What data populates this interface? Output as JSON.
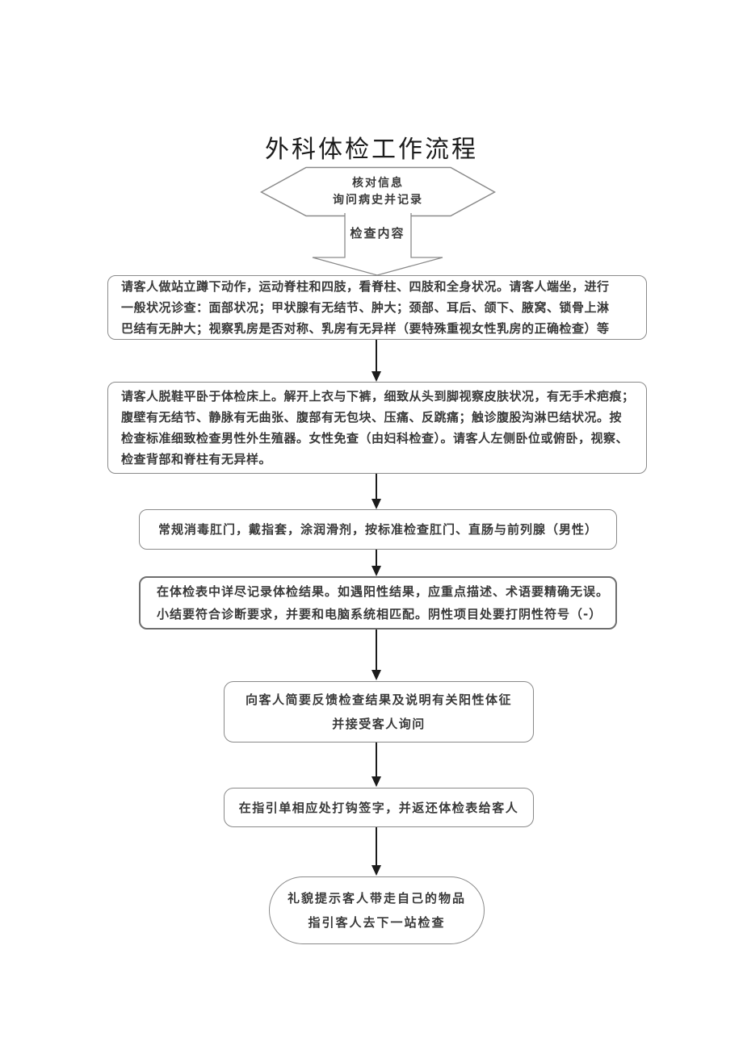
{
  "title": "外科体检工作流程",
  "colors": {
    "background": "#ffffff",
    "shape_border": "#8a8a8a",
    "emphasis_border": "#6e6e6e",
    "text": "#3a3a3a",
    "connector": "#1c1c1c"
  },
  "hexagon": {
    "line1": "核对信息",
    "line2": "询问病史并记录"
  },
  "content_arrow": {
    "label": "检查内容"
  },
  "steps": {
    "step1": {
      "line1": "请客人做站立蹲下动作，运动脊柱和四肢，看脊柱、四肢和全身状况。请客人端坐，进行",
      "line2": "一般状况诊查：面部状况；甲状腺有无结节、肿大；颈部、耳后、颌下、腋窝、锁骨上淋",
      "line3": "巴结有无肿大；视察乳房是否对称、乳房有无异样（要特殊重视女性乳房的正确检查）等"
    },
    "step2": {
      "line1": "请客人脱鞋平卧于体检床上。解开上衣与下裤，细致从头到脚视察皮肤状况，有无手术疤痕；",
      "line2": "腹壁有无结节、静脉有无曲张、腹部有无包块、压痛、反跳痛；触诊腹股沟淋巴结状况。按",
      "line3": "检查标准细致检查男性外生殖器。女性免查（由妇科检查）。请客人左侧卧位或俯卧，视察、",
      "line4": "检查背部和脊柱有无异样。"
    },
    "step3": {
      "line1": "常规消毒肛门，戴指套，涂润滑剂，按标准检查肛门、直肠与前列腺（男性）"
    },
    "step4": {
      "line1": "在体检表中详尽记录体检结果。如遇阳性结果，应重点描述、术语要精确无误。",
      "line2": "小结要符合诊断要求，并要和电脑系统相匹配。阴性项目处要打阴性符号（-）"
    },
    "step5": {
      "line1": "向客人简要反馈检查结果及说明有关阳性体征",
      "line2": "并接受客人询问"
    },
    "step6": {
      "line1": "在指引单相应处打钩签字，并返还体检表给客人"
    }
  },
  "terminator": {
    "line1": "礼貌提示客人带走自己的物品",
    "line2": "指引客人去下一站检查"
  }
}
